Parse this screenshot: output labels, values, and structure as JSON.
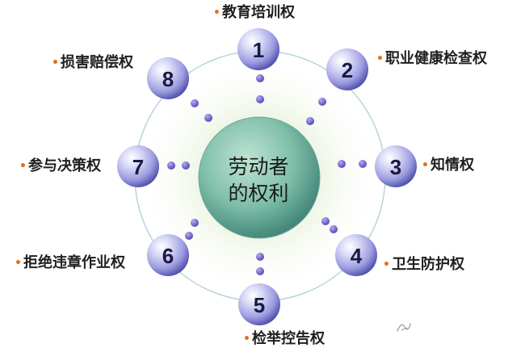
{
  "center": {
    "line1": "劳动者",
    "line2": "的权利"
  },
  "nodes": [
    {
      "number": "1",
      "label": "教育培训权"
    },
    {
      "number": "2",
      "label": "职业健康检查权"
    },
    {
      "number": "3",
      "label": "知情权"
    },
    {
      "number": "4",
      "label": "卫生防护权"
    },
    {
      "number": "5",
      "label": "检举控告权"
    },
    {
      "number": "6",
      "label": "拒绝违章作业权"
    },
    {
      "number": "7",
      "label": "参与决策权"
    },
    {
      "number": "8",
      "label": "损害赔偿权"
    }
  ],
  "colors": {
    "node_light": "#e6e6fb",
    "node_mid": "#9b9be0",
    "node_dark": "#4a4aa8",
    "dot": "#6a5acd",
    "center_dark": "#3b7f72",
    "center_light": "#8fc9b6",
    "glow": "#cfe6b8",
    "ring": "#b9d4d8",
    "bullet": "#e07020"
  }
}
